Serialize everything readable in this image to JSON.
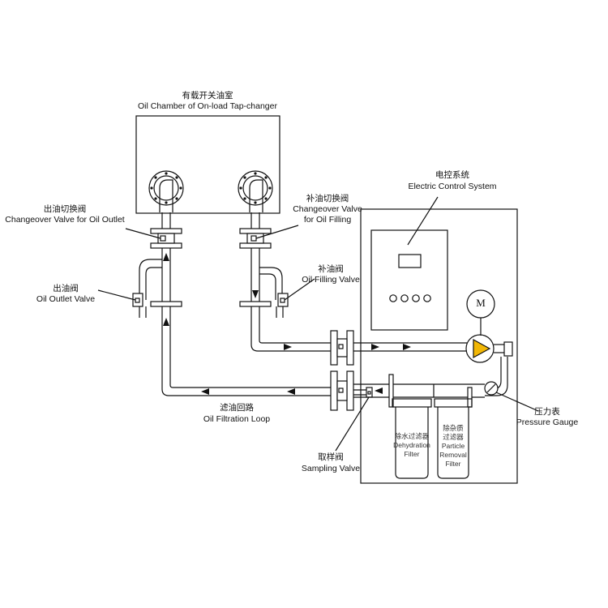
{
  "labels": {
    "oil_chamber": {
      "cn": "有载开关油室",
      "en": "Oil Chamber of On-load Tap-changer"
    },
    "changeover_outlet": {
      "cn": "出油切换阀",
      "en": "Changeover Valve for Oil Outlet"
    },
    "oil_outlet_valve": {
      "cn": "出油阀",
      "en": "Oil Outlet Valve"
    },
    "changeover_filling": {
      "cn": "补油切换阀",
      "en1": "Changeover Valve",
      "en2": "for Oil Filling"
    },
    "oil_filling_valve": {
      "cn": "补油阀",
      "en": "Oil Filling Valve"
    },
    "electric_control": {
      "cn": "电控系统",
      "en": "Electric Control System"
    },
    "motor_symbol": "M",
    "pressure_gauge": {
      "cn": "压力表",
      "en": "Pressure Gauge"
    },
    "filtration_loop": {
      "cn": "滤油回路",
      "en": "Oil Filtration Loop"
    },
    "sampling_valve": {
      "cn": "取样阀",
      "en": "Sampling Valve"
    },
    "dehydration_filter": {
      "cn": "除水过滤器",
      "en1": "Dehydration",
      "en2": "Filter"
    },
    "particle_filter": {
      "cn1": "除杂质",
      "cn2": "过滤器",
      "en1": "Particle",
      "en2": "Removal",
      "en3": "Filter"
    }
  },
  "colors": {
    "line": "#111111",
    "pump_fill": "#f2b705"
  }
}
